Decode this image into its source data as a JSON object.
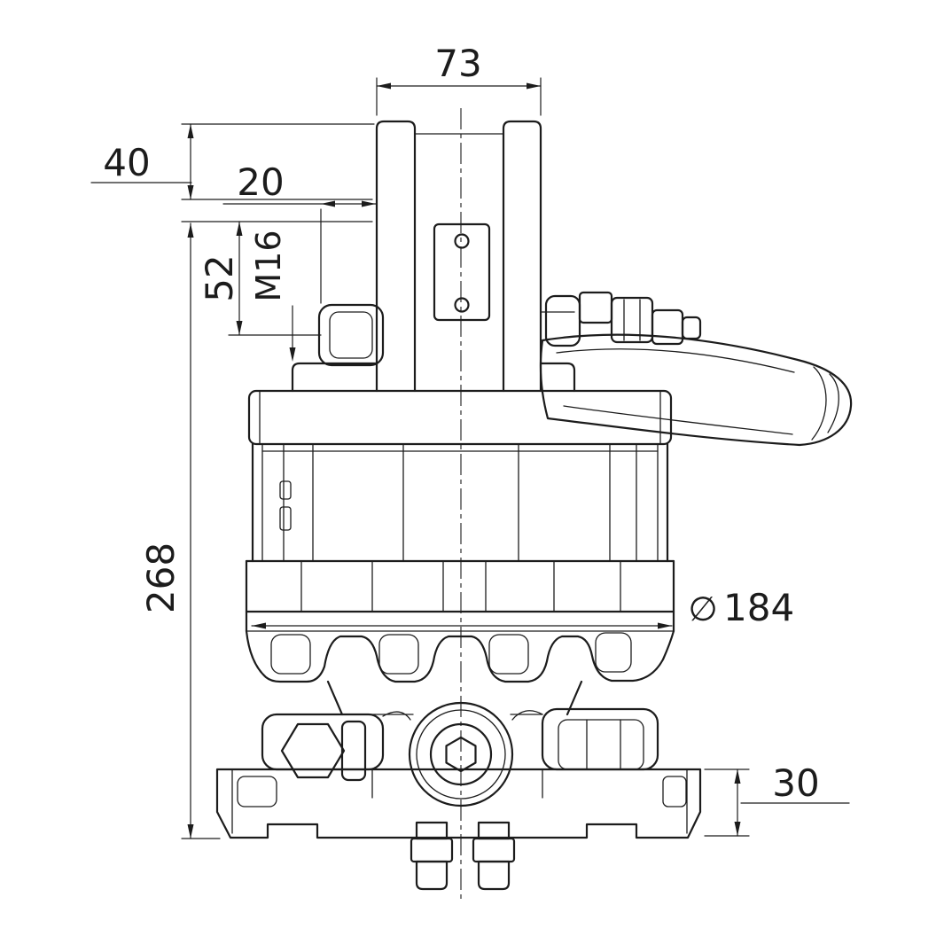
{
  "dimensions": {
    "top_width": {
      "value": "73"
    },
    "upper_offset": {
      "value": "40"
    },
    "pin_offset": {
      "value": "20"
    },
    "side_offset": {
      "value": "52"
    },
    "thread_spec": {
      "value": "M16"
    },
    "overall_height": {
      "value": "268"
    },
    "flange_diameter": {
      "symbol": "∅",
      "value": "184"
    },
    "base_plate_height": {
      "value": "30"
    }
  },
  "colors": {
    "line": "#1c1c1c",
    "background": "#ffffff"
  }
}
